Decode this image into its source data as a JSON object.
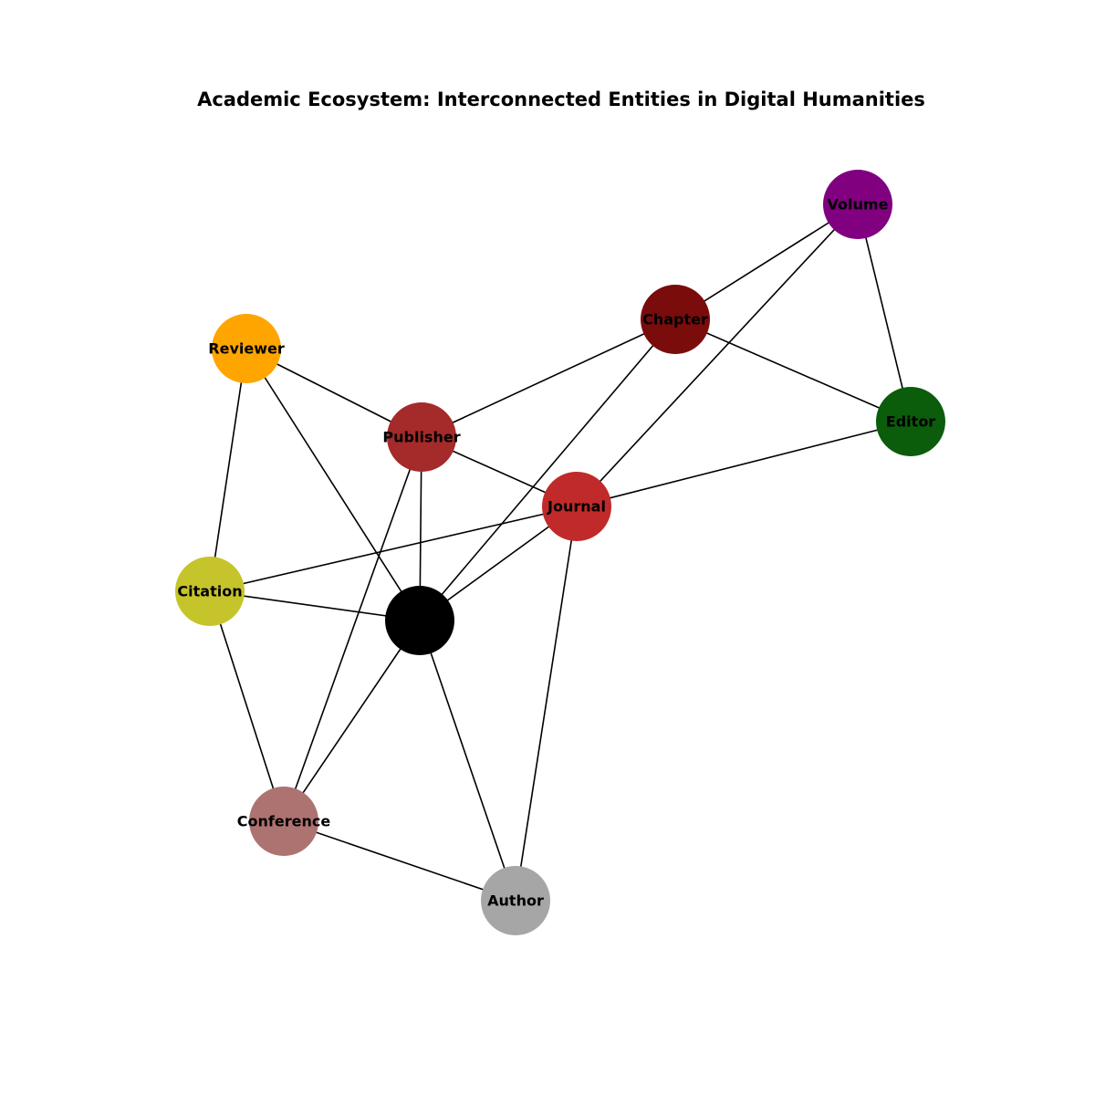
{
  "title": "Academic Ecosystem: Interconnected Entities in Digital Humanities",
  "nodes": [
    {
      "id": "volume",
      "label": "Volume",
      "color": "#800080"
    },
    {
      "id": "chapter",
      "label": "Chapter",
      "color": "#7a0c0c"
    },
    {
      "id": "reviewer",
      "label": "Reviewer",
      "color": "#ffa500"
    },
    {
      "id": "publisher",
      "label": "Publisher",
      "color": "#a52a2a"
    },
    {
      "id": "editor",
      "label": "Editor",
      "color": "#0b5c0b"
    },
    {
      "id": "journal",
      "label": "Journal",
      "color": "#c02a2a"
    },
    {
      "id": "citation",
      "label": "Citation",
      "color": "#c6c42b"
    },
    {
      "id": "hub",
      "label": "",
      "color": "#000000"
    },
    {
      "id": "conference",
      "label": "Conference",
      "color": "#ad7371"
    },
    {
      "id": "author",
      "label": "Author",
      "color": "#a6a6a6"
    }
  ],
  "edges": [
    [
      "volume",
      "chapter"
    ],
    [
      "volume",
      "journal"
    ],
    [
      "volume",
      "editor"
    ],
    [
      "chapter",
      "publisher"
    ],
    [
      "chapter",
      "editor"
    ],
    [
      "chapter",
      "hub"
    ],
    [
      "reviewer",
      "publisher"
    ],
    [
      "reviewer",
      "hub"
    ],
    [
      "reviewer",
      "citation"
    ],
    [
      "publisher",
      "journal"
    ],
    [
      "publisher",
      "hub"
    ],
    [
      "publisher",
      "conference"
    ],
    [
      "journal",
      "editor"
    ],
    [
      "journal",
      "citation"
    ],
    [
      "journal",
      "hub"
    ],
    [
      "journal",
      "author"
    ],
    [
      "citation",
      "hub"
    ],
    [
      "citation",
      "conference"
    ],
    [
      "hub",
      "conference"
    ],
    [
      "hub",
      "author"
    ],
    [
      "conference",
      "author"
    ]
  ]
}
